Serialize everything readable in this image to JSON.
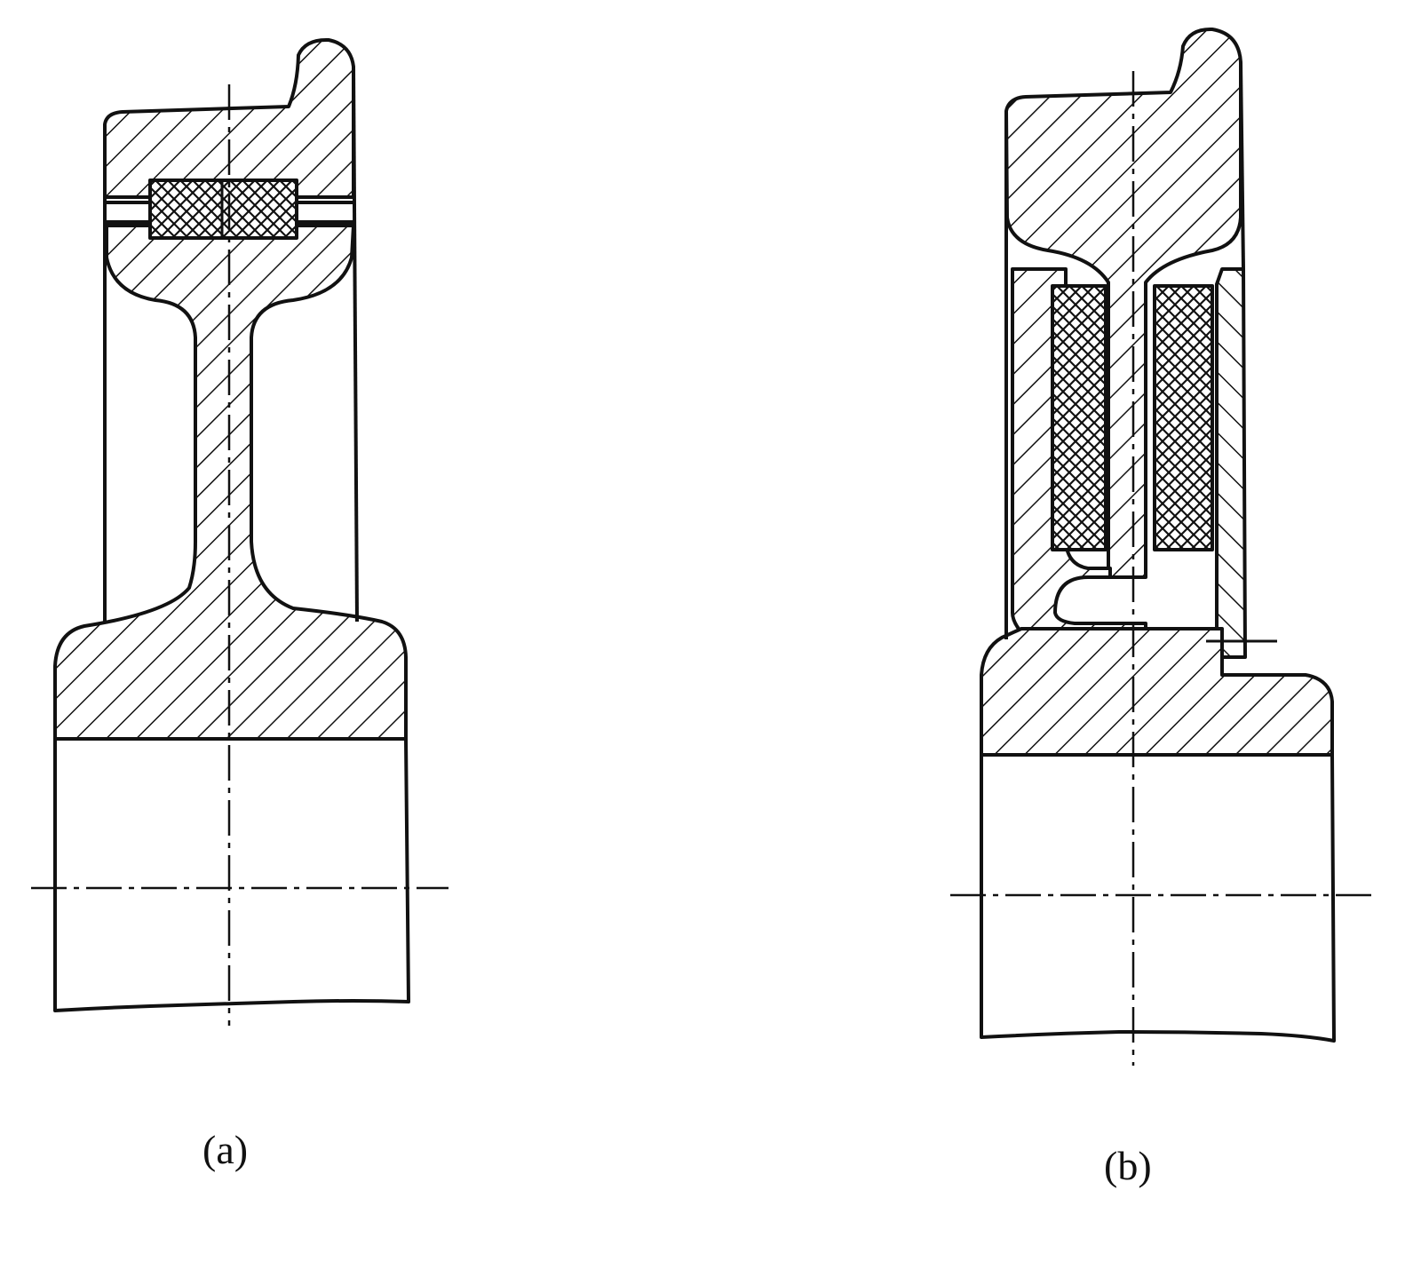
{
  "figure": {
    "panels": [
      {
        "id": "a",
        "caption": "(a)"
      },
      {
        "id": "b",
        "caption": "(b)"
      }
    ],
    "colors": {
      "ink": "#111111",
      "paper": "#ffffff"
    }
  }
}
